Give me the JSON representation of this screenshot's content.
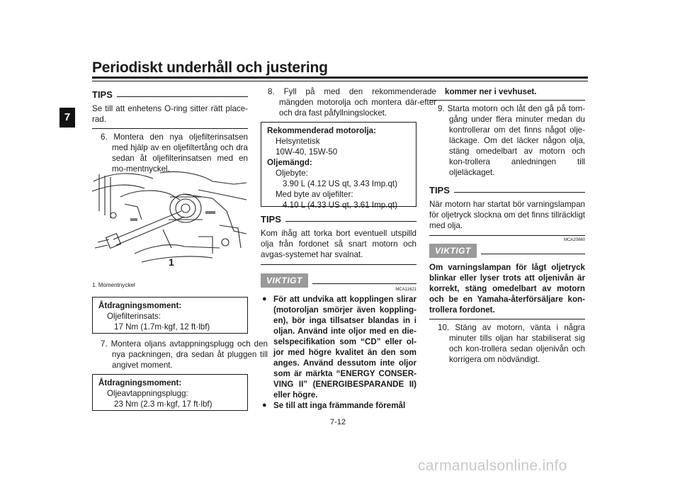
{
  "header": {
    "title": "Periodiskt underhåll och justering",
    "chapter_tab": "7"
  },
  "col1": {
    "tips_label": "TIPS",
    "tips_text": "Se till att enhetens O-ring sitter rätt place-rad.",
    "step6": "6. Montera den nya oljefilterinsatsen med hjälp av en oljefiltertång och dra sedan åt oljefilterinsatsen med en mo-mentnyckel.",
    "figure_callout": "1",
    "figure_caption": "1. Momentnyckel",
    "torque1": {
      "heading": "Åtdragningsmoment:",
      "item": "Oljefilterinsats:",
      "value": "17 Nm (1.7m·kgf, 12 ft·lbf)"
    },
    "step7": "7. Montera oljans avtappningsplugg och den nya packningen, dra sedan åt pluggen till angivet moment.",
    "torque2": {
      "heading": "Åtdragningsmoment:",
      "item": "Oljeavtappningsplugg:",
      "value": "23 Nm (2.3 m·kgf, 17 ft·lbf)"
    }
  },
  "col2": {
    "step8": "8. Fyll på med den rekommenderade mängden motorolja och montera där-efter och dra fast påfyllningslocket.",
    "oil_box": {
      "heading": "Rekommenderad motorolja:",
      "type1": "Helsyntetisk",
      "type2": "10W-40, 15W-50",
      "amount_heading": "Oljemängd:",
      "change_label": "Oljebyte:",
      "change_value": "3.90 L (4.12 US qt, 3.43 Imp.qt)",
      "filter_label": "Med byte av oljefilter:",
      "filter_value": "4.10 L (4.33 US qt, 3.61 Imp.qt)"
    },
    "tips_label": "TIPS",
    "tips_text": "Kom ihåg att torka bort eventuell utspilld olja från fordonet så snart motorn och avgas-systemet har svalnat.",
    "viktigt_label": "VIKTIGT",
    "viktigt_code": "MCA11621",
    "bullet1": "För att undvika att kopplingen slirar (motoroljan smörjer även koppling-en), bör inga tillsatser blandas in i oljan. Använd inte oljor med en die-selspecifikation som “CD” eller ol-jor med högre kvalitet än den som anges. Använd dessutom inte oljor som är märkta “ENERGY CONSER-VING II” (ENERGIBESPARANDE II) eller högre.",
    "bullet2": "Se till att inga främmande föremål"
  },
  "col3": {
    "cont_text": "kommer ner i vevhuset.",
    "step9": "9. Starta motorn och låt den gå på tom-gång under flera minuter medan du kontrollerar om det finns något olje-läckage. Om det läcker någon olja, stäng omedelbart av motorn och kon-trollera anledningen till oljeläckaget.",
    "tips_label": "TIPS",
    "tips_text": "När motorn har startat bör varningslampan för oljetryck slockna om det finns tillräckligt med olja.",
    "viktigt_code": "MCA20860",
    "viktigt_label": "VIKTIGT",
    "viktigt_text": "Om varningslampan för lågt oljetryck blinkar eller lyser trots att oljenivån är korrekt, stäng omedelbart av motorn och be en Yamaha-återförsäljare kon-trollera fordonet.",
    "step10": "10. Stäng av motorn, vänta i några minuter tills oljan har stabiliserat sig och kon-trollera sedan oljenivån och korrigera om nödvändigt."
  },
  "footer": {
    "page_number": "7-12",
    "watermark": "carmanualsonline.info"
  }
}
